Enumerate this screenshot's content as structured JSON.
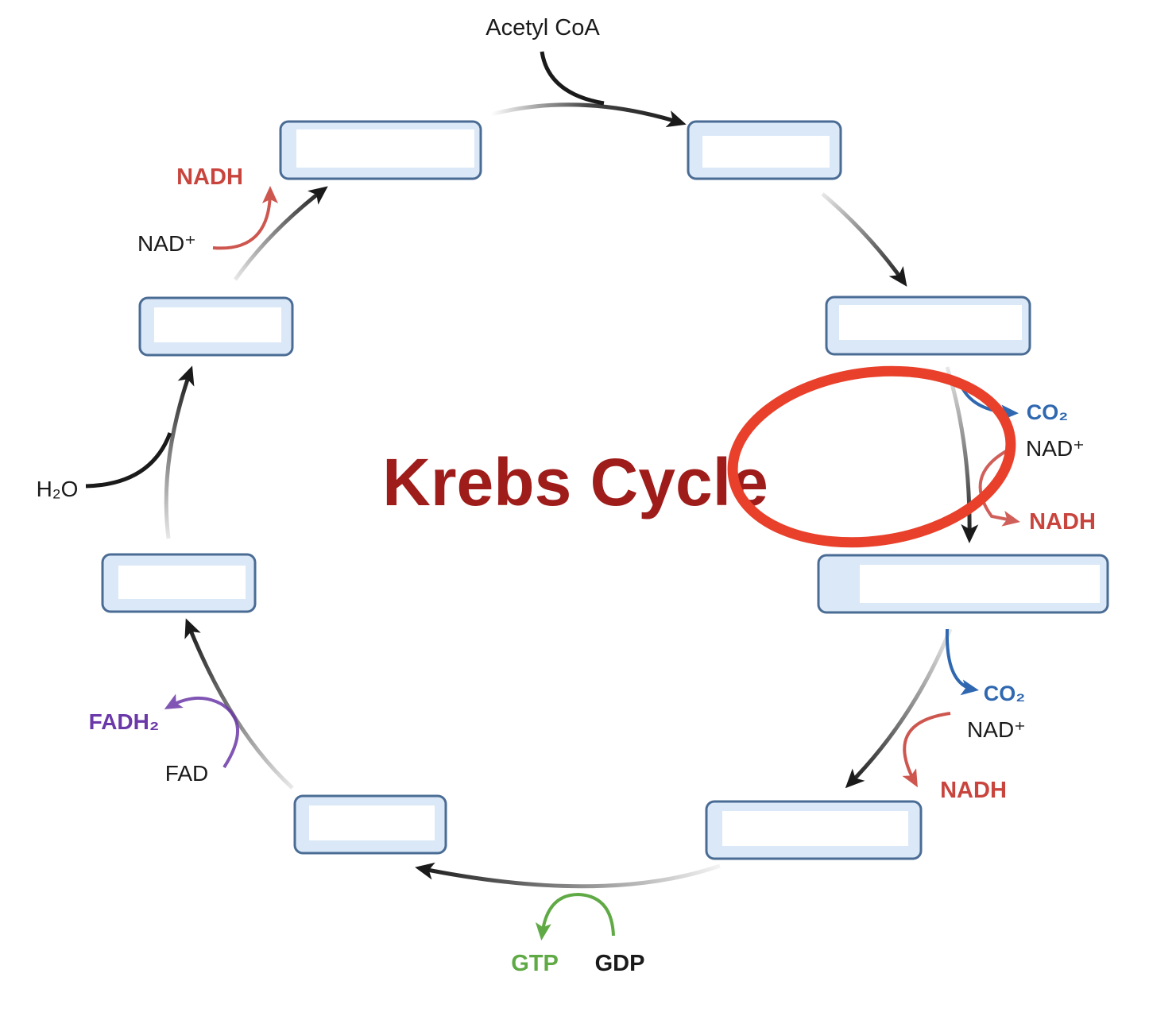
{
  "title": "Krebs Cycle",
  "labels": {
    "acetyl_coa": "Acetyl CoA",
    "nadh_top_left": "NADH",
    "nad_top_left": "NAD⁺",
    "h2o": "H₂O",
    "fadh2": "FADH₂",
    "fad": "FAD",
    "gtp": "GTP",
    "gdp": "GDP",
    "co2_right_upper": "CO₂",
    "nad_right_upper": "NAD⁺",
    "nadh_right_upper": "NADH",
    "co2_right_lower": "CO₂",
    "nad_right_lower": "NAD⁺",
    "nadh_right_lower": "NADH"
  },
  "colors": {
    "title": "#9e1c1a",
    "nadh": "#c8443d",
    "co2": "#2f68b0",
    "fadh2": "#6a38a8",
    "gtp": "#5faa45",
    "gdp": "#1a1a1a",
    "arrow": "#1a1a1a",
    "box_fill": "#dbe8f7",
    "box_stroke": "#4a6c94",
    "highlight_ellipse": "#e8402a"
  },
  "blank_boxes": 8
}
